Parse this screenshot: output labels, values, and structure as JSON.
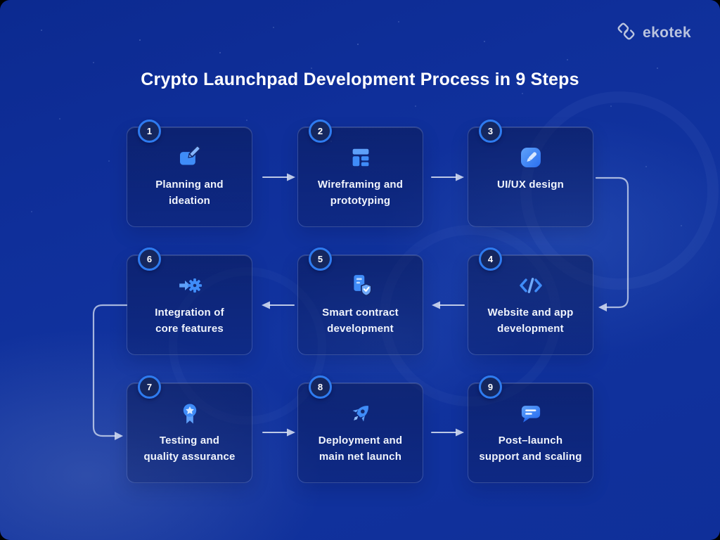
{
  "header": {
    "title": "Crypto Launchpad Development Process in 9 Steps",
    "logo_text": "ekotek"
  },
  "steps": [
    {
      "number": "1",
      "label": "Planning and ideation",
      "lines": [
        "Planning and",
        "ideation"
      ],
      "icon": "planning-ideation-icon"
    },
    {
      "number": "2",
      "label": "Wireframing and prototyping",
      "lines": [
        "Wireframing and",
        "prototyping"
      ],
      "icon": "wireframe-layout-icon"
    },
    {
      "number": "3",
      "label": "UI/UX design",
      "lines": [
        "UI/UX design",
        ""
      ],
      "icon": "design-pen-icon"
    },
    {
      "number": "4",
      "label": "Website and app development",
      "lines": [
        "Website and app",
        "development"
      ],
      "icon": "code-brackets-icon"
    },
    {
      "number": "5",
      "label": "Smart contract development",
      "lines": [
        "Smart contract",
        "development"
      ],
      "icon": "contract-shield-icon"
    },
    {
      "number": "6",
      "label": "Integration of core features",
      "lines": [
        "Integration of",
        "core features"
      ],
      "icon": "integration-gear-icon"
    },
    {
      "number": "7",
      "label": "Testing and quality assurance",
      "lines": [
        "Testing and",
        "quality assurance"
      ],
      "icon": "quality-medal-icon"
    },
    {
      "number": "8",
      "label": "Deployment and main net launch",
      "lines": [
        "Deployment and",
        "main net launch"
      ],
      "icon": "rocket-launch-icon"
    },
    {
      "number": "9",
      "label": "Post–launch support and scaling",
      "lines": [
        "Post–launch",
        "support and scaling"
      ],
      "icon": "chat-support-icon"
    }
  ],
  "flow_arrows": [
    "1→2",
    "2→3",
    "3→4",
    "4→5",
    "5→6",
    "6→7",
    "7→8",
    "8→9"
  ],
  "colors": {
    "background": "#10309C",
    "card": "#13276B",
    "accent_icon": "#3F8CF8",
    "badge_ring": "#2E7BF0",
    "badge_fill": "#15275F",
    "arrow": "#D9E1F2",
    "title_text": "#FFFFFF"
  }
}
